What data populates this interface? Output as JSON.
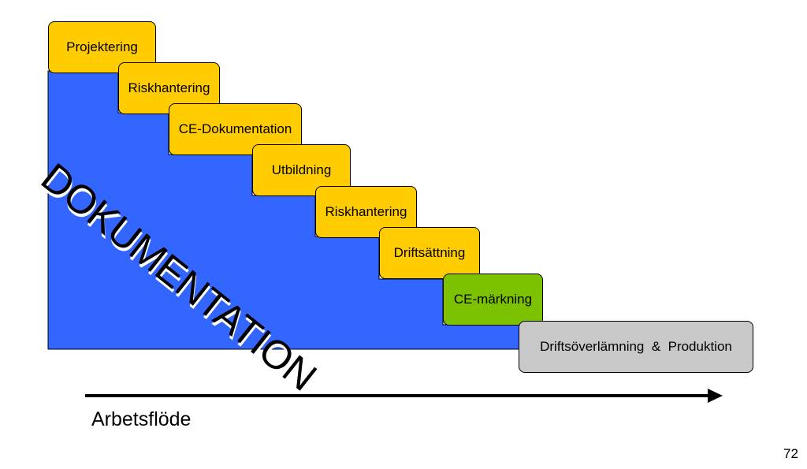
{
  "diagram": {
    "big_label": "DOKUMENTATION",
    "steps": [
      {
        "label": "Projektering",
        "color": "#FFCC00"
      },
      {
        "label": "Riskhantering",
        "color": "#FFCC00"
      },
      {
        "label": "CE-Dokumentation",
        "color": "#FFCC00"
      },
      {
        "label": "Utbildning",
        "color": "#FFCC00"
      },
      {
        "label": "Riskhantering",
        "color": "#FFCC00"
      },
      {
        "label": "Driftsättning",
        "color": "#FFCC00"
      },
      {
        "label": "CE-märkning",
        "color": "#7DC200"
      },
      {
        "label": "Driftsöverlämning  &  Produktion",
        "color": "#C8C8C8"
      }
    ],
    "fill_color": "#3366FF",
    "arrow_label": "Arbetsflöde"
  },
  "page_number": "72"
}
